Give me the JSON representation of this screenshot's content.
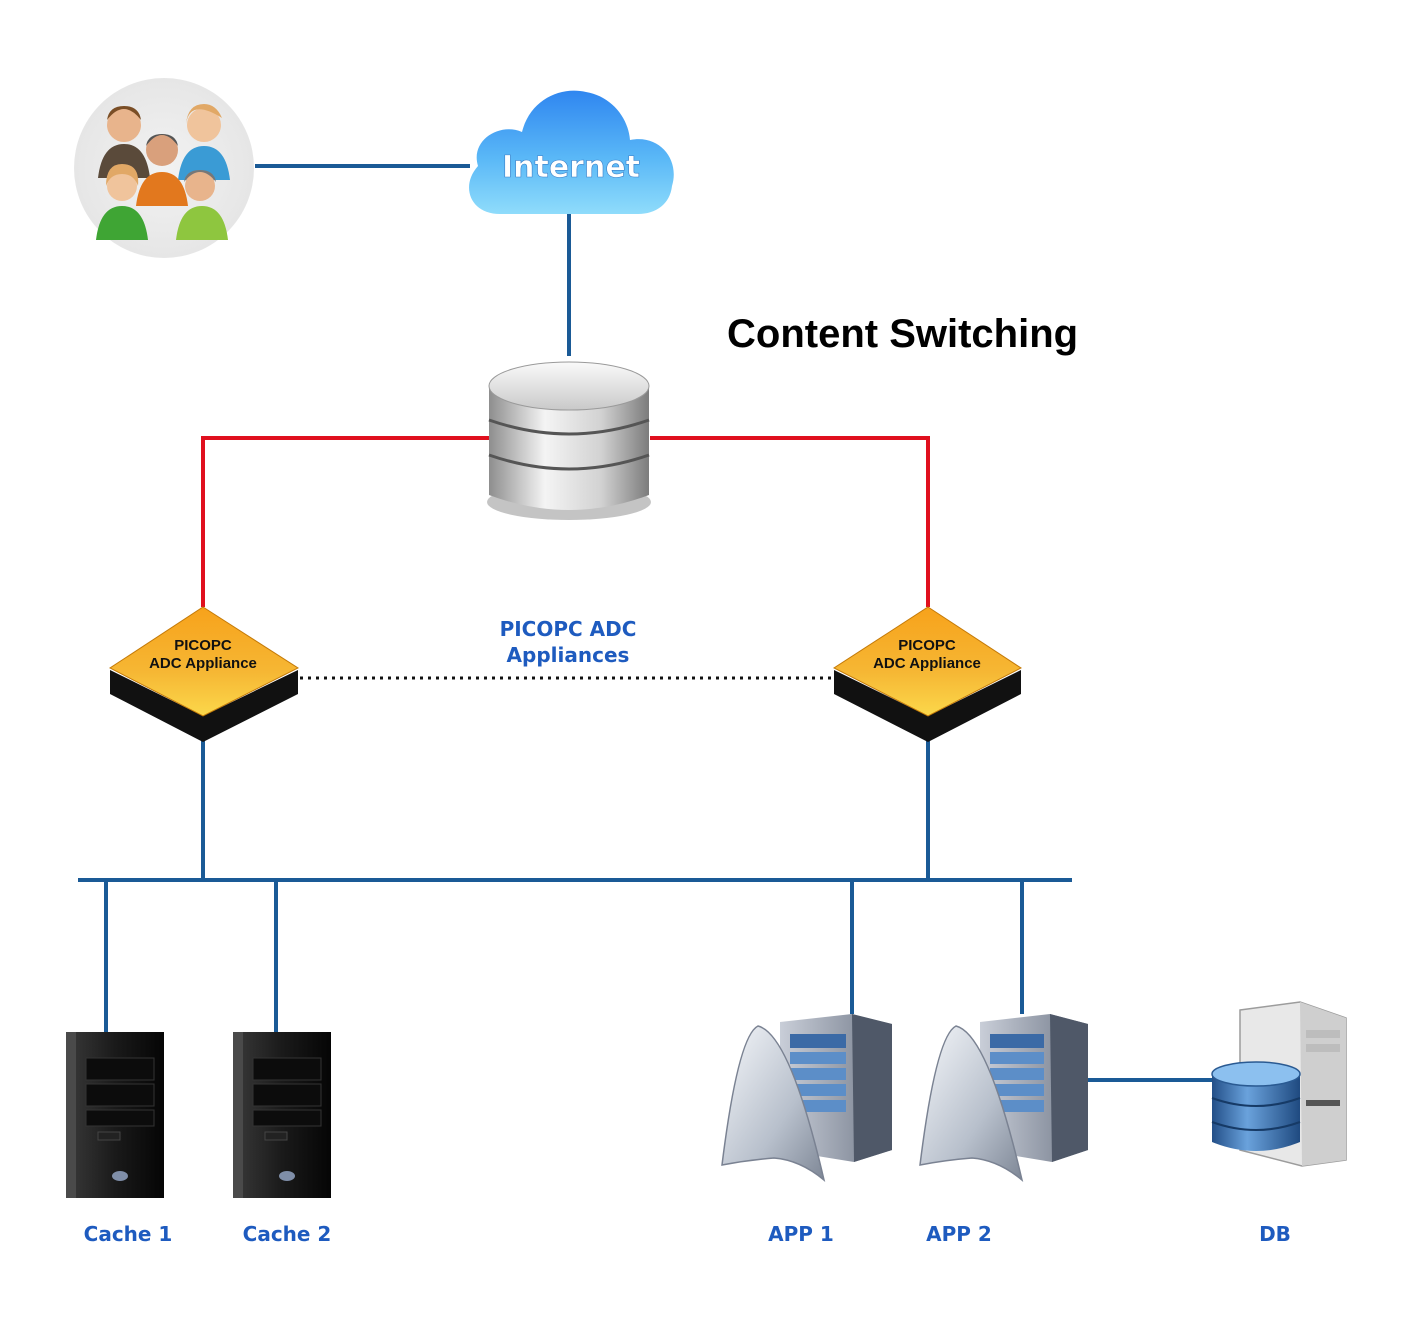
{
  "title": "Content Switching",
  "internet_label": "Internet",
  "adc_caption": [
    "PICOPC ADC",
    "Appliances"
  ],
  "adc_left": [
    "PICOPC",
    "ADC Appliance"
  ],
  "adc_right": [
    "PICOPC",
    "ADC Appliance"
  ],
  "servers": {
    "cache1": "Cache 1",
    "cache2": "Cache 2",
    "app1": "APP 1",
    "app2": "APP 2",
    "db": "DB"
  },
  "colors": {
    "network_line": "#1a5a96",
    "failover_line": "#e0101e",
    "label_blue": "#1e5bbf",
    "adc_orange": "#f39a12"
  },
  "icons": {
    "users": "users-group-icon",
    "cloud": "cloud-icon",
    "router": "database-cylinder-icon",
    "adc": "adc-appliance-icon",
    "cache": "tower-server-icon",
    "app": "app-server-icon",
    "db": "database-server-icon"
  }
}
